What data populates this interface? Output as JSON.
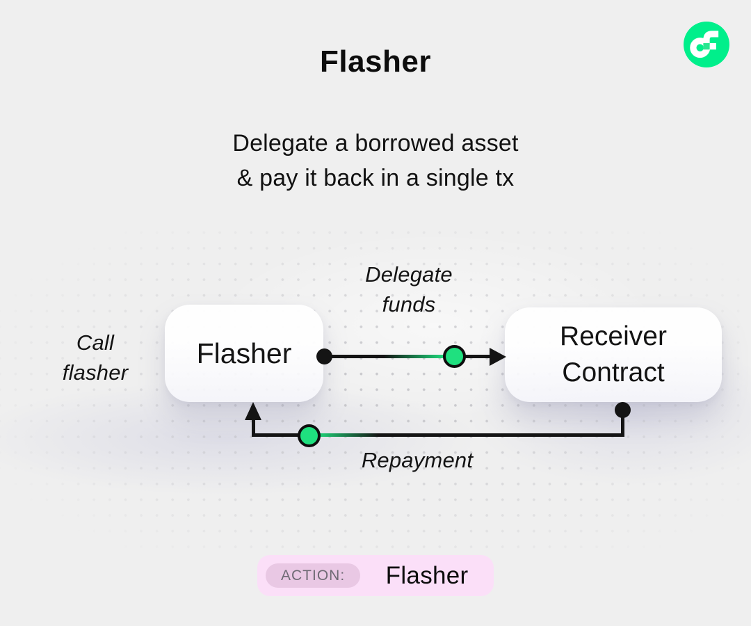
{
  "header": {
    "title": "Flasher",
    "subtitle_line1": "Delegate a borrowed asset",
    "subtitle_line2": "& pay it back in a single tx"
  },
  "logo": {
    "name": "flow-logo",
    "circle_color": "#00EF8B",
    "glyph_color": "#FFFFFF",
    "notch_color": "#29E690"
  },
  "diagram": {
    "call_label_line1": "Call",
    "call_label_line2": "flasher",
    "flasher_node_label": "Flasher",
    "receiver_node_line1": "Receiver",
    "receiver_node_line2": "Contract",
    "delegate_label_line1": "Delegate",
    "delegate_label_line2": "funds",
    "repayment_label": "Repayment",
    "line_color": "#141414",
    "token_color": "#1FE07F"
  },
  "action_badge": {
    "prefix": "ACTION:",
    "value": "Flasher",
    "bg_color": "#FBDFF8",
    "prefix_bg_color": "#E9C8E4",
    "prefix_text_color": "#6E6A74"
  }
}
